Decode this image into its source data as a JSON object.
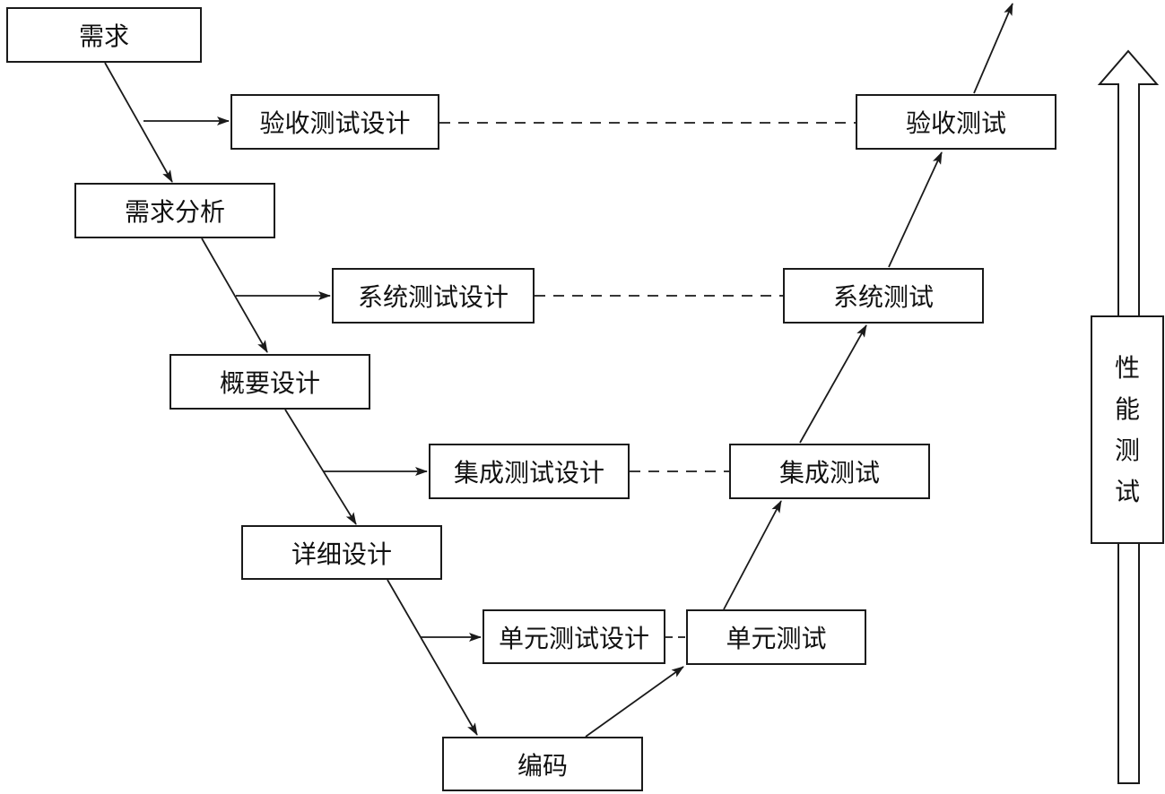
{
  "left_branch": {
    "requirements": "需求",
    "requirements_analysis": "需求分析",
    "high_level_design": "概要设计",
    "detailed_design": "详细设计",
    "coding": "编码"
  },
  "test_design": {
    "acceptance": "验收测试设计",
    "system": "系统测试设计",
    "integration": "集成测试设计",
    "unit": "单元测试设计"
  },
  "right_branch": {
    "unit_test": "单元测试",
    "integration_test": "集成测试",
    "system_test": "系统测试",
    "acceptance_test": "验收测试"
  },
  "performance_test": {
    "chars": [
      "性",
      "能",
      "测",
      "试"
    ]
  }
}
